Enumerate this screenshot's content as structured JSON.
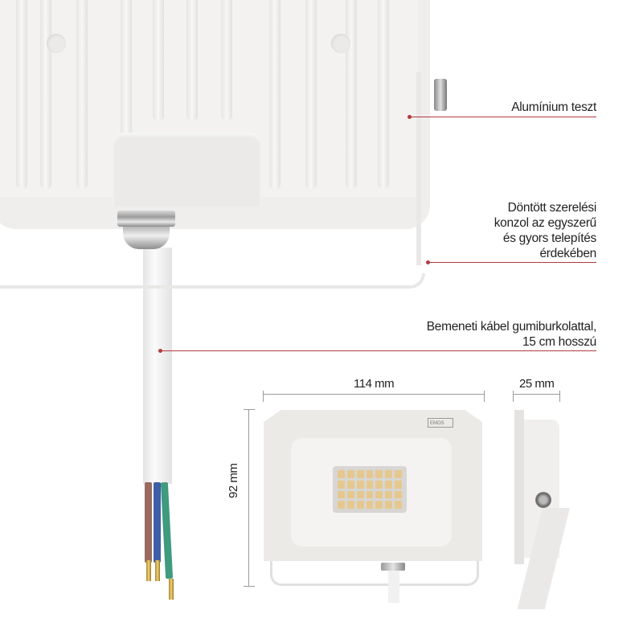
{
  "callouts": [
    {
      "id": "aluminium",
      "text": "Alumínium teszt"
    },
    {
      "id": "bracket",
      "lines": [
        "Döntött szerelési",
        "konzol az egyszerű",
        "és gyors telepítés",
        "érdekében"
      ]
    },
    {
      "id": "cable",
      "lines": [
        "Bemeneti kábel gumiburkolattal,",
        "15 cm hosszú"
      ]
    }
  ],
  "dimensions": {
    "width": "114 mm",
    "height": "92 mm",
    "depth": "25 mm"
  },
  "logo": "EMOS",
  "wires": [
    {
      "name": "brown",
      "color": "#9a6a5e"
    },
    {
      "name": "blue",
      "color": "#3f5ea8"
    },
    {
      "name": "green",
      "color": "#3f9a7e"
    }
  ],
  "colors": {
    "callout_line": "#b43a3e",
    "text": "#222222",
    "dimension_line": "#9b9b9b"
  }
}
